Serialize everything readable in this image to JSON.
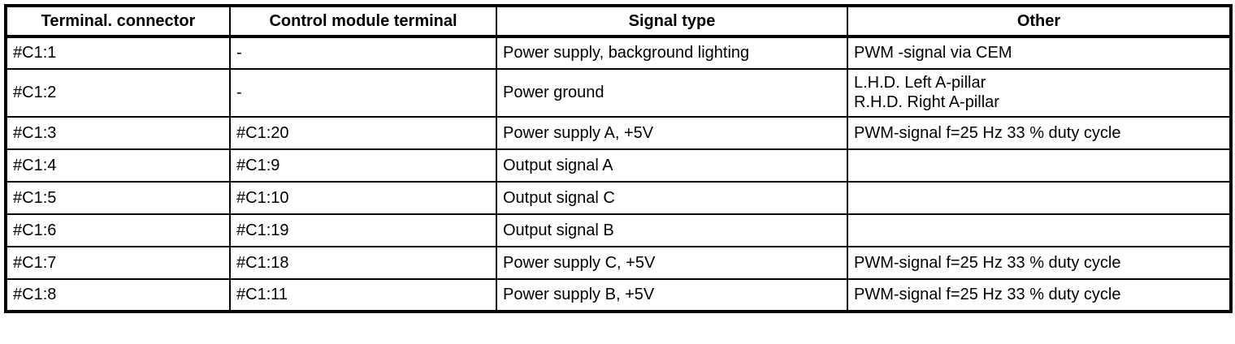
{
  "colors": {
    "border": "#000000",
    "background": "#ffffff",
    "text": "#000000"
  },
  "table": {
    "columns": [
      {
        "label": "Terminal. connector"
      },
      {
        "label": "Control module terminal"
      },
      {
        "label": "Signal type"
      },
      {
        "label": "Other"
      }
    ],
    "rows": [
      {
        "terminal": "#C1:1",
        "module": "-",
        "signal": "Power supply, background lighting",
        "other": [
          "PWM -signal via CEM"
        ]
      },
      {
        "terminal": "#C1:2",
        "module": "-",
        "signal": "Power ground",
        "other": [
          "L.H.D. Left A-pillar",
          "R.H.D. Right A-pillar"
        ]
      },
      {
        "terminal": "#C1:3",
        "module": "#C1:20",
        "signal": "Power supply A, +5V",
        "other": [
          "PWM-signal f=25 Hz 33 % duty cycle"
        ]
      },
      {
        "terminal": "#C1:4",
        "module": "#C1:9",
        "signal": "Output signal A",
        "other": []
      },
      {
        "terminal": "#C1:5",
        "module": "#C1:10",
        "signal": "Output signal C",
        "other": []
      },
      {
        "terminal": "#C1:6",
        "module": "#C1:19",
        "signal": "Output signal B",
        "other": []
      },
      {
        "terminal": "#C1:7",
        "module": "#C1:18",
        "signal": "Power supply C, +5V",
        "other": [
          "PWM-signal f=25 Hz 33 % duty cycle"
        ]
      },
      {
        "terminal": "#C1:8",
        "module": "#C1:11",
        "signal": "Power supply B, +5V",
        "other": [
          "PWM-signal f=25 Hz 33 % duty cycle"
        ]
      }
    ]
  }
}
